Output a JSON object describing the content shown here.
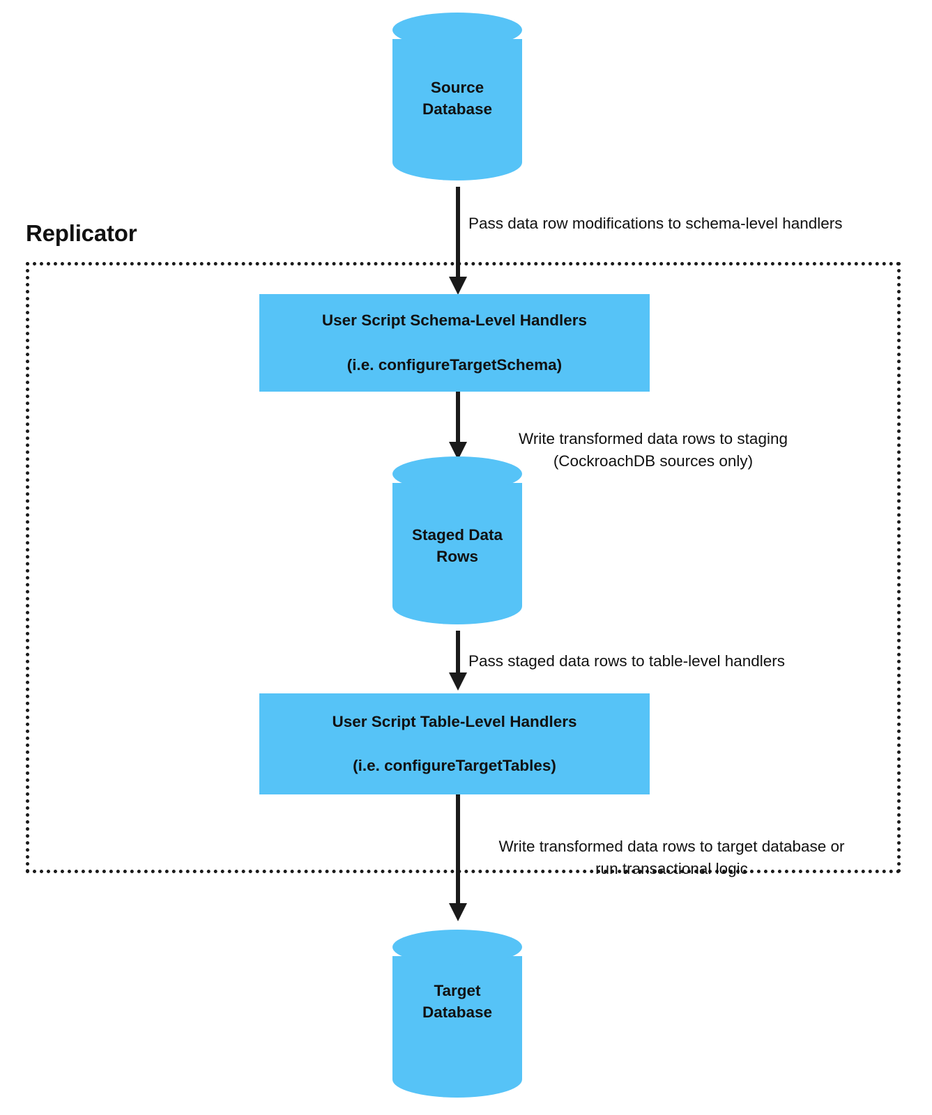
{
  "diagram": {
    "title_visible": "Replicator",
    "accent_color": "#56c3f7",
    "line_color": "#1a1a1a",
    "text_color": "#111111",
    "background": "#ffffff"
  },
  "boundary": {
    "label": "Replicator"
  },
  "nodes": {
    "source_database": {
      "type": "cylinder",
      "label": "Source\nDatabase",
      "line1": "Source",
      "line2": "Database"
    },
    "schema_handlers": {
      "type": "process",
      "label": "User Script Schema-Level Handlers\n(i.e. configureTargetSchema)",
      "line1": "User Script Schema-Level Handlers",
      "line2": "(i.e. configureTargetSchema)"
    },
    "staged_data_rows": {
      "type": "cylinder",
      "label": "Staged Data\nRows",
      "line1": "Staged Data",
      "line2": "Rows"
    },
    "table_handlers": {
      "type": "process",
      "label": "User Script Table-Level Handlers\n(i.e. configureTargetTables)",
      "line1": "User Script Table-Level Handlers",
      "line2": "(i.e. configureTargetTables)"
    },
    "target_database": {
      "type": "cylinder",
      "label": "Target\nDatabase",
      "line1": "Target",
      "line2": "Database"
    }
  },
  "edges": [
    {
      "id": "source-to-schema-handlers",
      "label": "Pass data row modifications to schema-level handlers"
    },
    {
      "id": "schema-handlers-to-staging",
      "label": "Write transformed data rows to staging\n(CockroachDB sources only)"
    },
    {
      "id": "staging-to-table-handlers",
      "label": "Pass staged data rows to table-level handlers"
    },
    {
      "id": "table-handlers-to-target",
      "label": "Write transformed data rows to target database or\nrun transactional logic"
    }
  ]
}
